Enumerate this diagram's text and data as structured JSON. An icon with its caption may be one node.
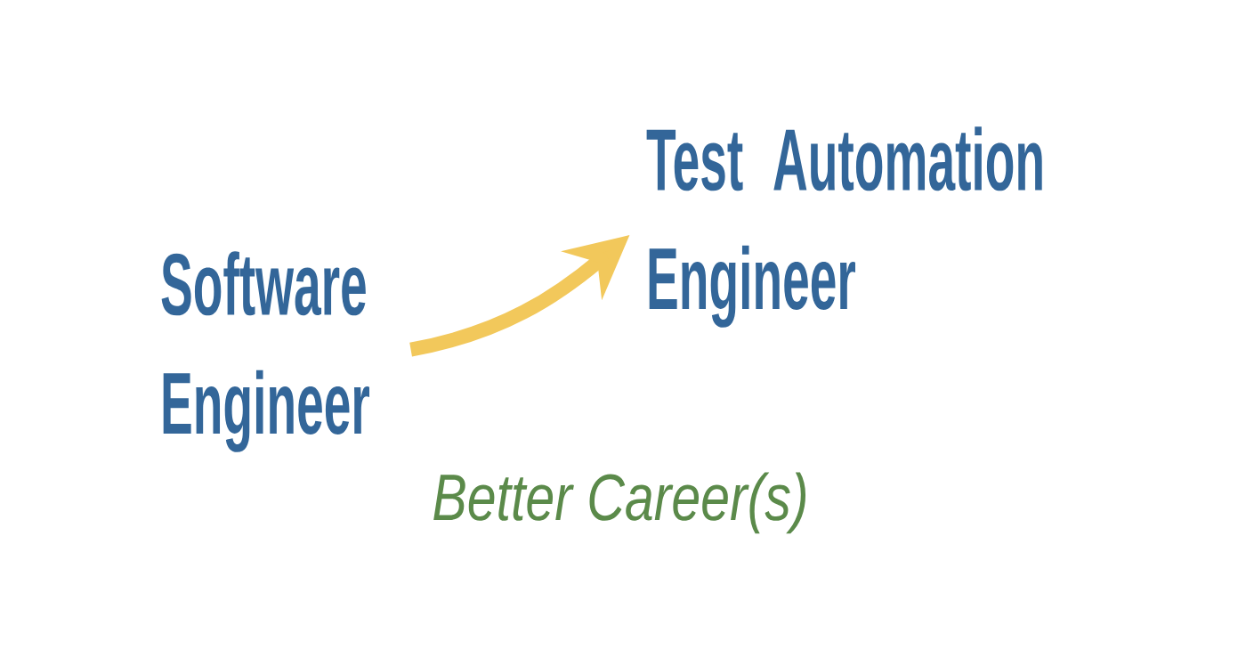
{
  "diagram": {
    "nodes": [
      {
        "text": [
          "Software Engineer"
        ]
      },
      {
        "text": [
          "Test Automation Engineer"
        ]
      }
    ],
    "edges": [
      {
        "from": 0,
        "to": 1,
        "arrow": "to",
        "color": "#f2c85b"
      }
    ],
    "labels": [
      "Better Career(s)"
    ]
  }
}
